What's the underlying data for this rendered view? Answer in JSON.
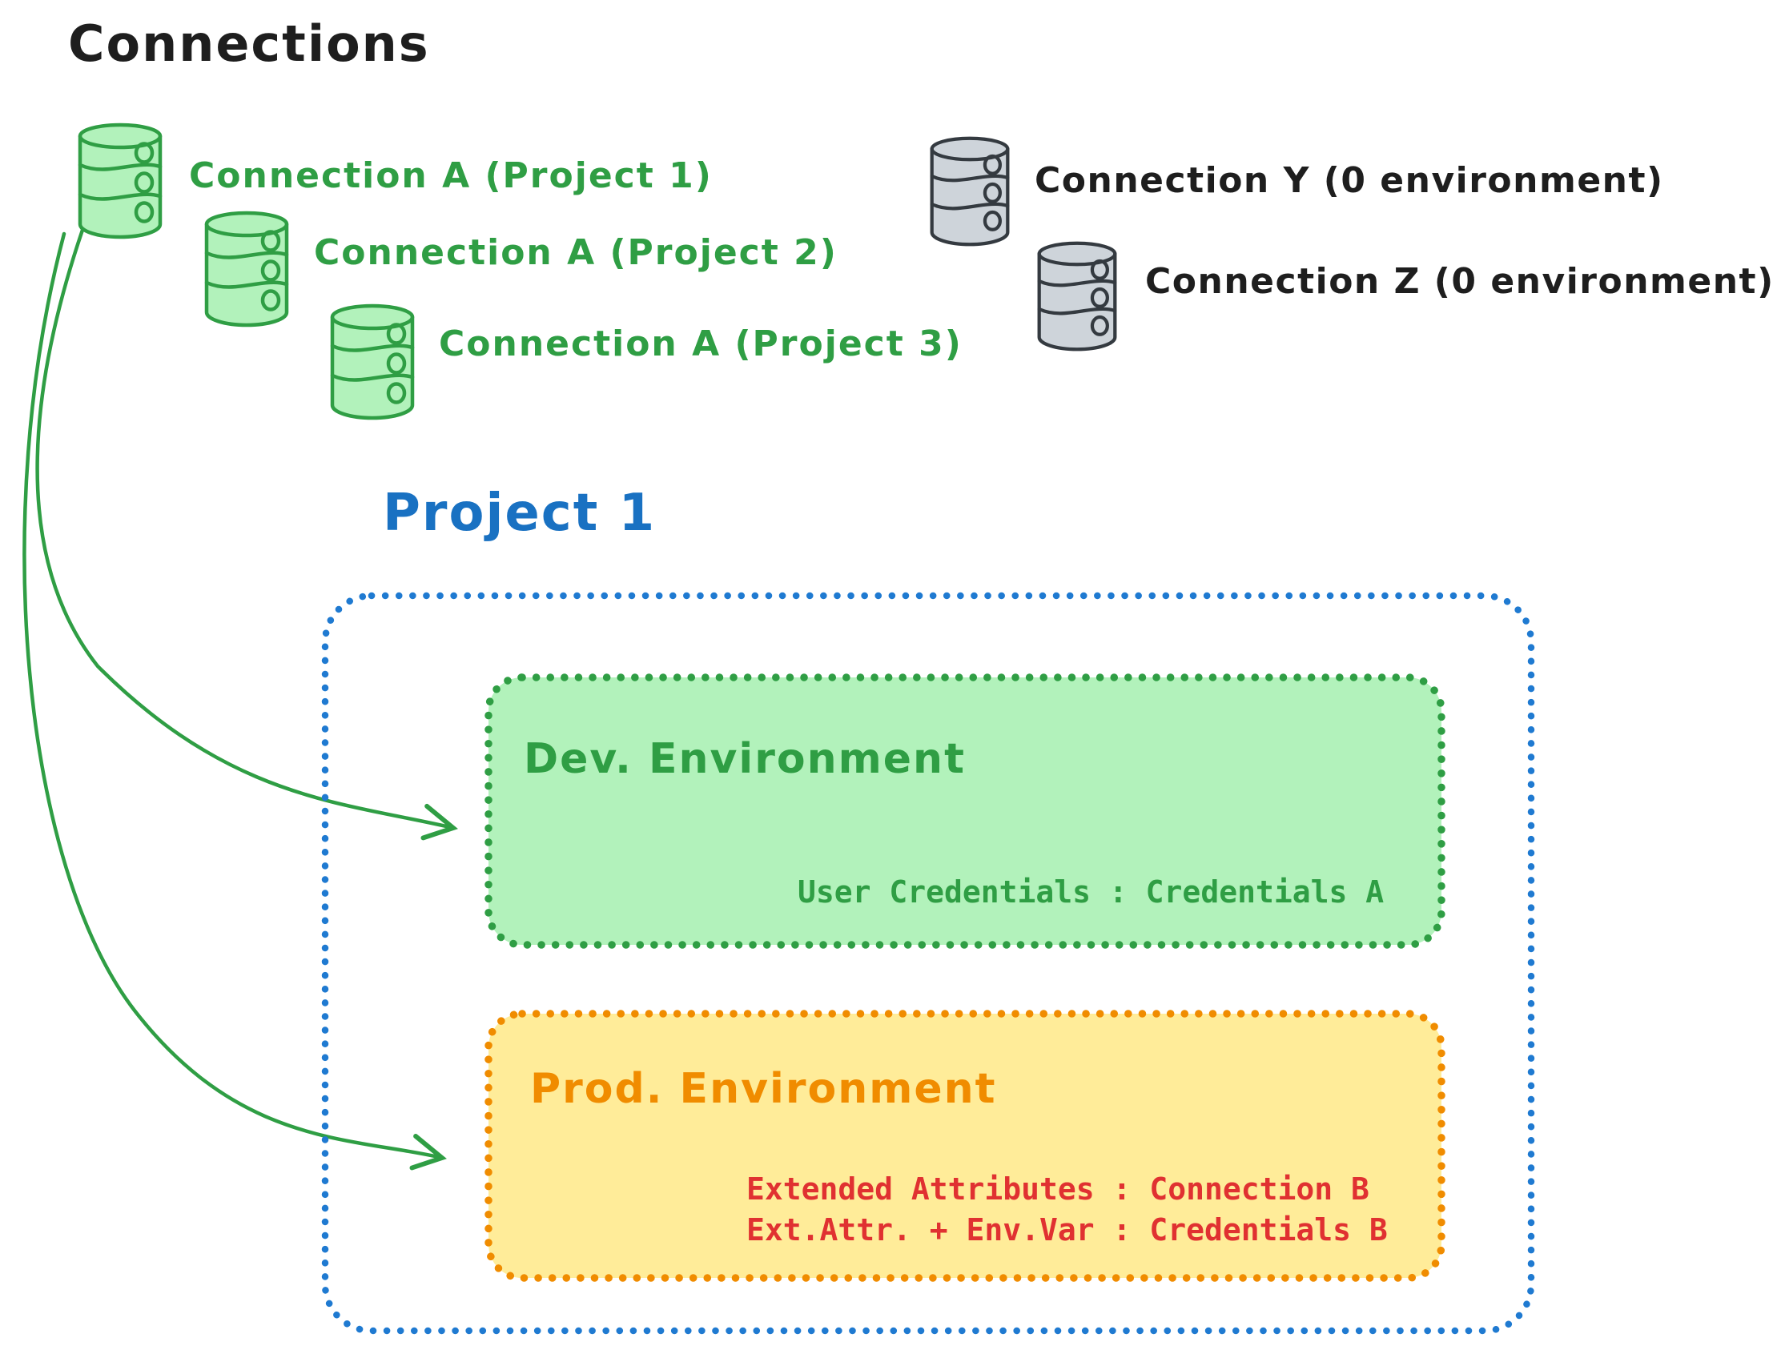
{
  "diagram": {
    "title": "Connections",
    "project_connections": [
      {
        "label": "Connection A (Project 1)",
        "color": "green",
        "icon": "database-icon"
      },
      {
        "label": "Connection A (Project 2)",
        "color": "green",
        "icon": "database-icon"
      },
      {
        "label": "Connection A (Project 3)",
        "color": "green",
        "icon": "database-icon"
      }
    ],
    "unassigned_connections": [
      {
        "label": "Connection Y (0 environment)",
        "color": "gray",
        "icon": "database-icon"
      },
      {
        "label": "Connection Z (0 environment)",
        "color": "gray",
        "icon": "database-icon"
      }
    ],
    "project": {
      "title": "Project 1",
      "environments": {
        "dev": {
          "name": "Dev. Environment",
          "mappings": [
            "User Credentials : Credentials A"
          ]
        },
        "prod": {
          "name": "Prod. Environment",
          "mappings": [
            "Extended Attributes : Connection B",
            "Ext.Attr. + Env.Var : Credentials B"
          ]
        }
      }
    },
    "colors": {
      "green_stroke": "#2f9e44",
      "green_fill": "#b2f2bb",
      "gray_stroke": "#343a40",
      "gray_fill": "#ced4da",
      "blue": "#1971c2",
      "orange": "#f08c00",
      "yellow_fill": "#ffec99",
      "red_text": "#e03131",
      "ink": "#1e1e1e",
      "background": "#ffffff"
    }
  }
}
